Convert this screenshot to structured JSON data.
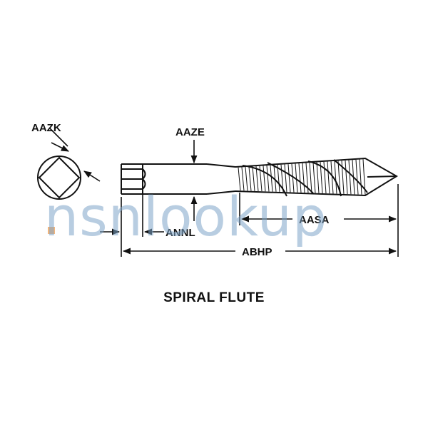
{
  "labels": {
    "aazk": "AAZK",
    "aaze": "AAZE",
    "annl": "ANNL",
    "aasa": "AASA",
    "abhp": "ABHP"
  },
  "caption": "SPIRAL FLUTE",
  "watermark": "nsnlookup",
  "colors": {
    "ink": "#111111",
    "watermark": "#7fa6c9",
    "watermark_dot": "#f0a35a"
  }
}
